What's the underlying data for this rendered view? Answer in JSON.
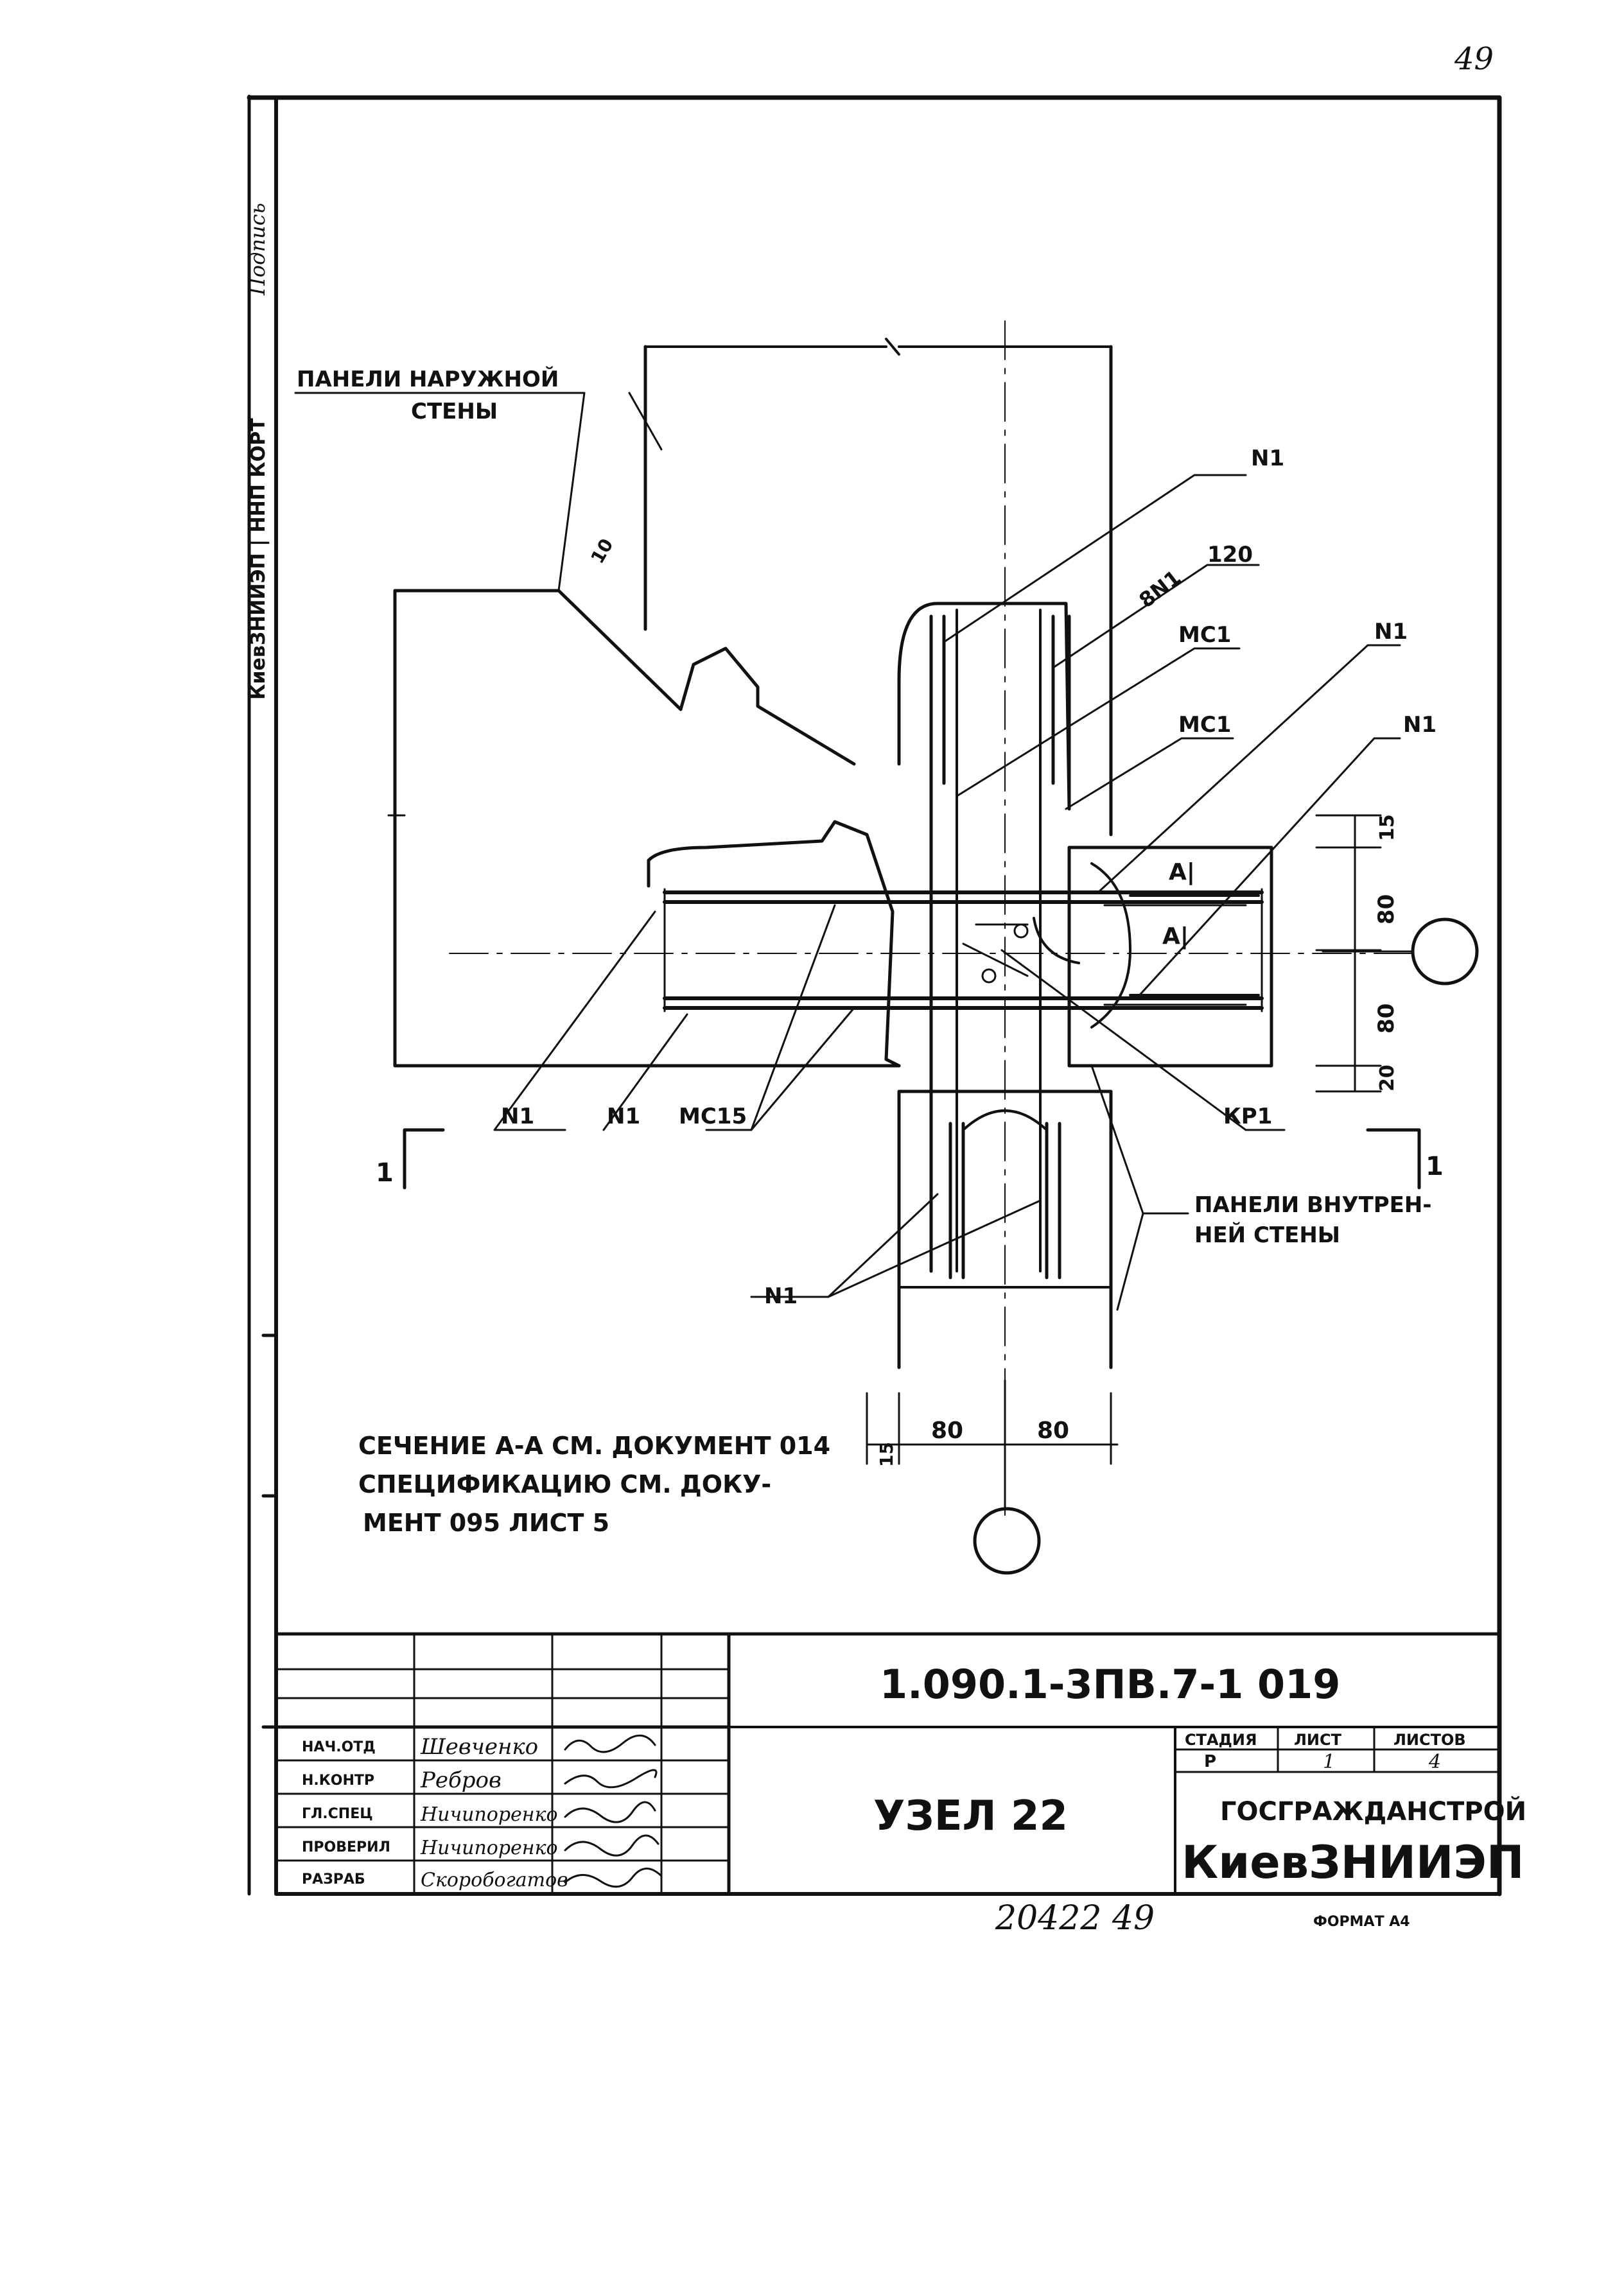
{
  "page_number": "49",
  "side_stamp": "КиевЗНИИЭП | ННП КОРТ",
  "side_signature": "Подпись",
  "labels": {
    "outer_wall": [
      "ПАНЕЛИ НАРУЖНОЙ",
      "СТЕНЫ"
    ],
    "inner_wall": [
      "ПАНЕЛИ ВНУТРЕН-",
      "НЕЙ СТЕНЫ"
    ],
    "n1": "N1",
    "eight_n1": "8N1",
    "len_120": "120",
    "mc1": "МС1",
    "mc15": "МС15",
    "kp1": "КР1",
    "a1": "А|",
    "section_mark": "1",
    "dim_15": "15",
    "dim_80": "80",
    "dim_20": "20",
    "dim_10": "10"
  },
  "notes": [
    "СЕЧЕНИЕ А-А СМ. ДОКУМЕНТ 014",
    "СПЕЦИФИКАЦИЮ СМ. ДОКУ-",
    "МЕНТ 095 ЛИСТ 5"
  ],
  "title_block": {
    "doc_code": "1.090.1-3ПВ.7-1   019",
    "title": "УЗЕЛ 22",
    "roles": [
      "НАЧ.ОТД",
      "Н.КОНТР",
      "ГЛ.СПЕЦ",
      "ПРОВЕРИЛ",
      "РАЗРАБ"
    ],
    "names": [
      "Шевченко",
      "Ребров",
      "Ничипоренко",
      "Ничипоренко",
      "Скоробогатов"
    ],
    "stage_header": "СТАДИЯ",
    "sheet_header": "ЛИСТ",
    "sheets_header": "ЛИСТОВ",
    "stage": "Р",
    "sheet": "1",
    "sheets": "4",
    "org_line1": "ГОСГРАЖДАНСТРОЙ",
    "org_line2": "КиевЗНИИЭП"
  },
  "footer": {
    "inventory": "20422   49",
    "format": "ФОРМАТ А4"
  }
}
